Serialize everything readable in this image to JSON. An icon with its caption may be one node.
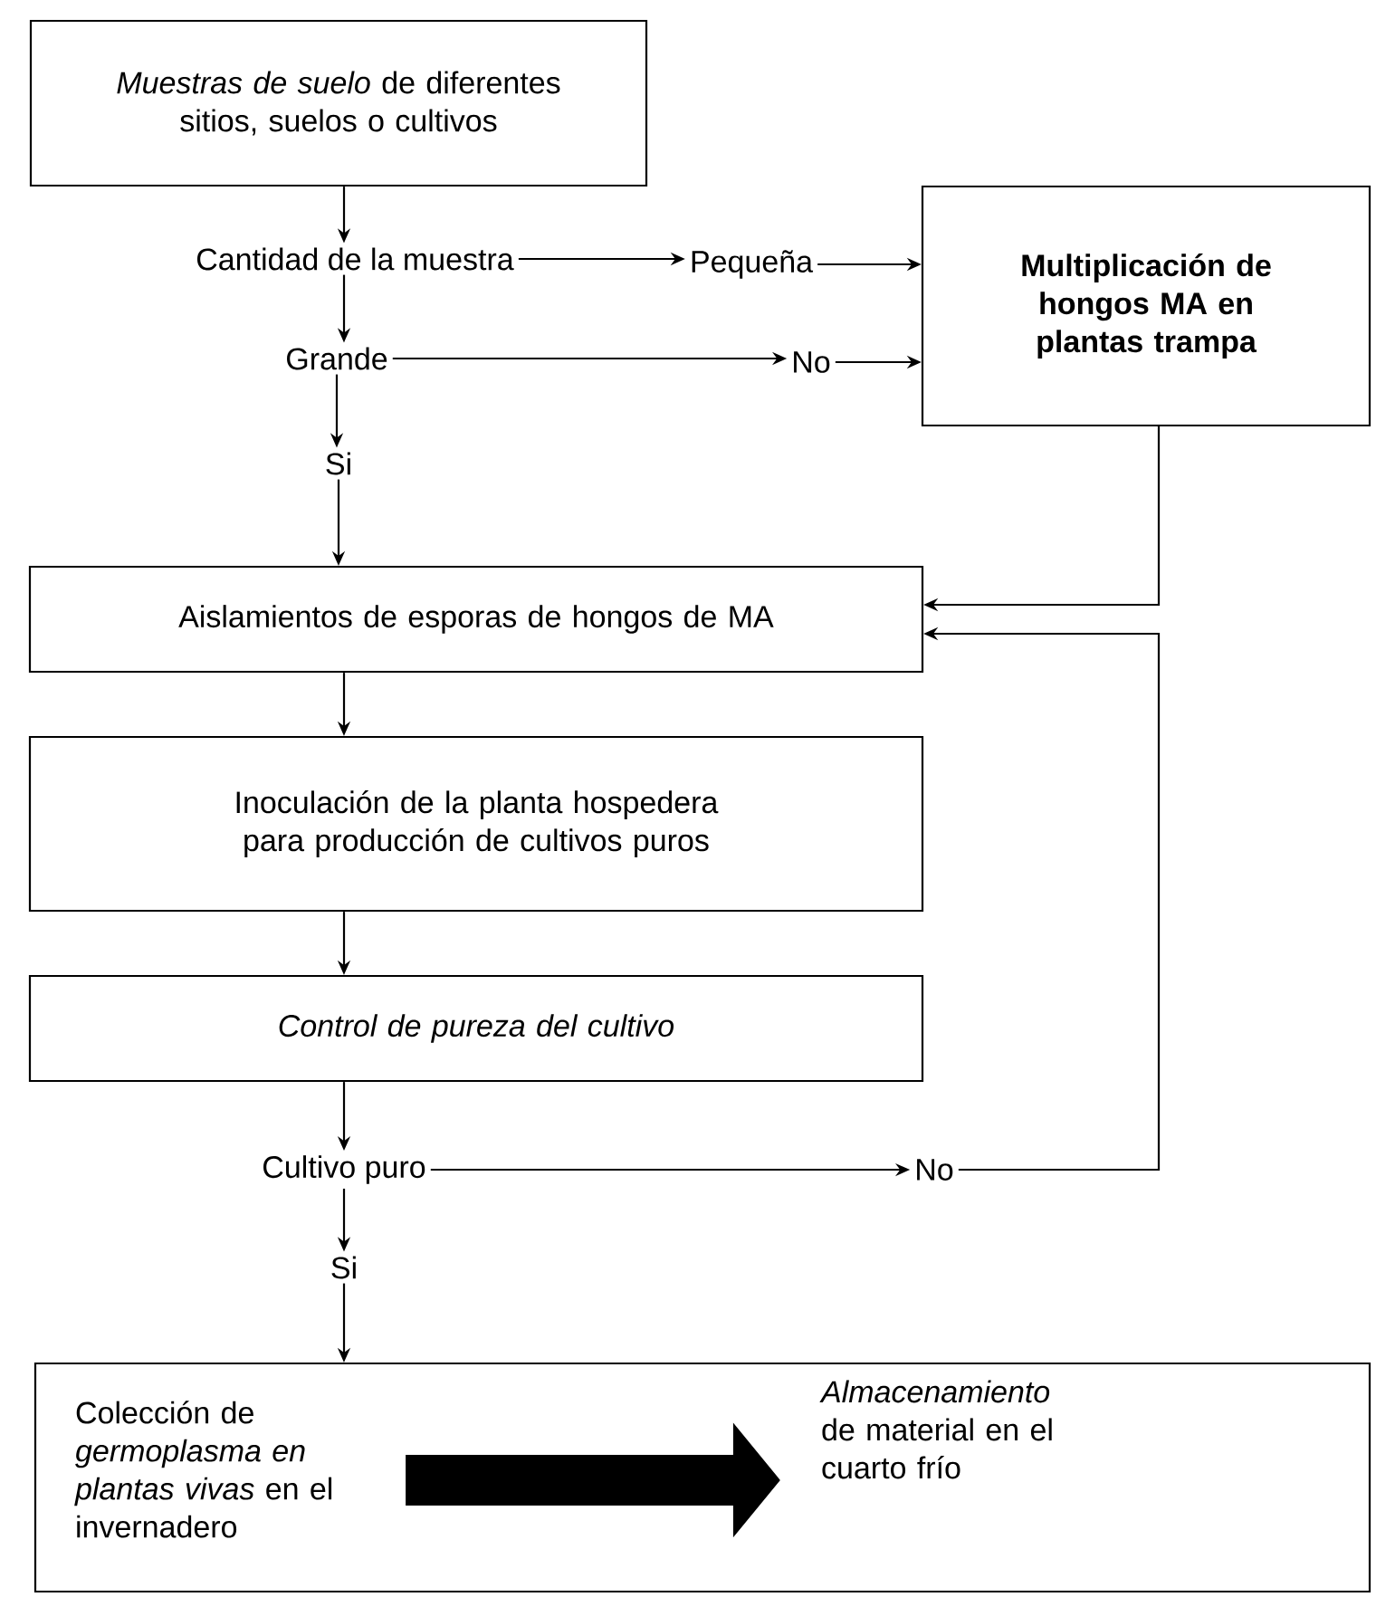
{
  "diagram": {
    "nodes": [
      {
        "text": [
          "*Muestras de suelo* de diferentes sitios, suelos o cultivos"
        ]
      },
      {
        "text": [
          "Cantidad de la muestra"
        ]
      },
      {
        "text": [
          "Pequeña"
        ]
      },
      {
        "text": [
          "Multiplicación de hongos MA en plantas trampa"
        ]
      },
      {
        "text": [
          "Grande"
        ]
      },
      {
        "text": [
          "No"
        ]
      },
      {
        "text": [
          "Si"
        ]
      },
      {
        "text": [
          "Aislamientos de esporas de hongos de MA"
        ]
      },
      {
        "text": [
          "Inoculación de la planta hospedera para producción de cultivos puros"
        ]
      },
      {
        "text": [
          "Control de pureza del cultivo"
        ]
      },
      {
        "text": [
          "Cultivo puro"
        ]
      },
      {
        "text": [
          "No"
        ]
      },
      {
        "text": [
          "Si"
        ]
      },
      {
        "text": [],
        "shape": "box"
      },
      {
        "text": [
          "Colección de *germoplasma en plantas vivas* en el invernadero"
        ],
        "in": 13
      },
      {
        "text": [
          "*Almacenamiento* de material en el cuarto frío"
        ],
        "in": 13
      }
    ],
    "edges": [
      {
        "from": 0,
        "to": 1,
        "arrow": "to"
      },
      {
        "from": 1,
        "to": 2,
        "arrow": "to"
      },
      {
        "from": 2,
        "to": 3,
        "arrow": "to"
      },
      {
        "from": 1,
        "to": 4,
        "arrow": "to"
      },
      {
        "from": 4,
        "to": 5,
        "arrow": "to"
      },
      {
        "from": 5,
        "to": 3,
        "arrow": "to"
      },
      {
        "from": 4,
        "to": 6,
        "arrow": "to"
      },
      {
        "from": 6,
        "to": 7,
        "arrow": "to"
      },
      {
        "from": 3,
        "to": 7,
        "arrow": "to"
      },
      {
        "from": 7,
        "to": 8,
        "arrow": "to"
      },
      {
        "from": 8,
        "to": 9,
        "arrow": "to"
      },
      {
        "from": 9,
        "to": 10,
        "arrow": "to"
      },
      {
        "from": 10,
        "to": 11,
        "arrow": "to"
      },
      {
        "from": 11,
        "to": 7,
        "arrow": "to"
      },
      {
        "from": 10,
        "to": 12,
        "arrow": "to"
      },
      {
        "from": 12,
        "to": 13,
        "arrow": "to"
      },
      {
        "from": 14,
        "to": 15,
        "arrow": "to",
        "style": "thick"
      }
    ]
  }
}
